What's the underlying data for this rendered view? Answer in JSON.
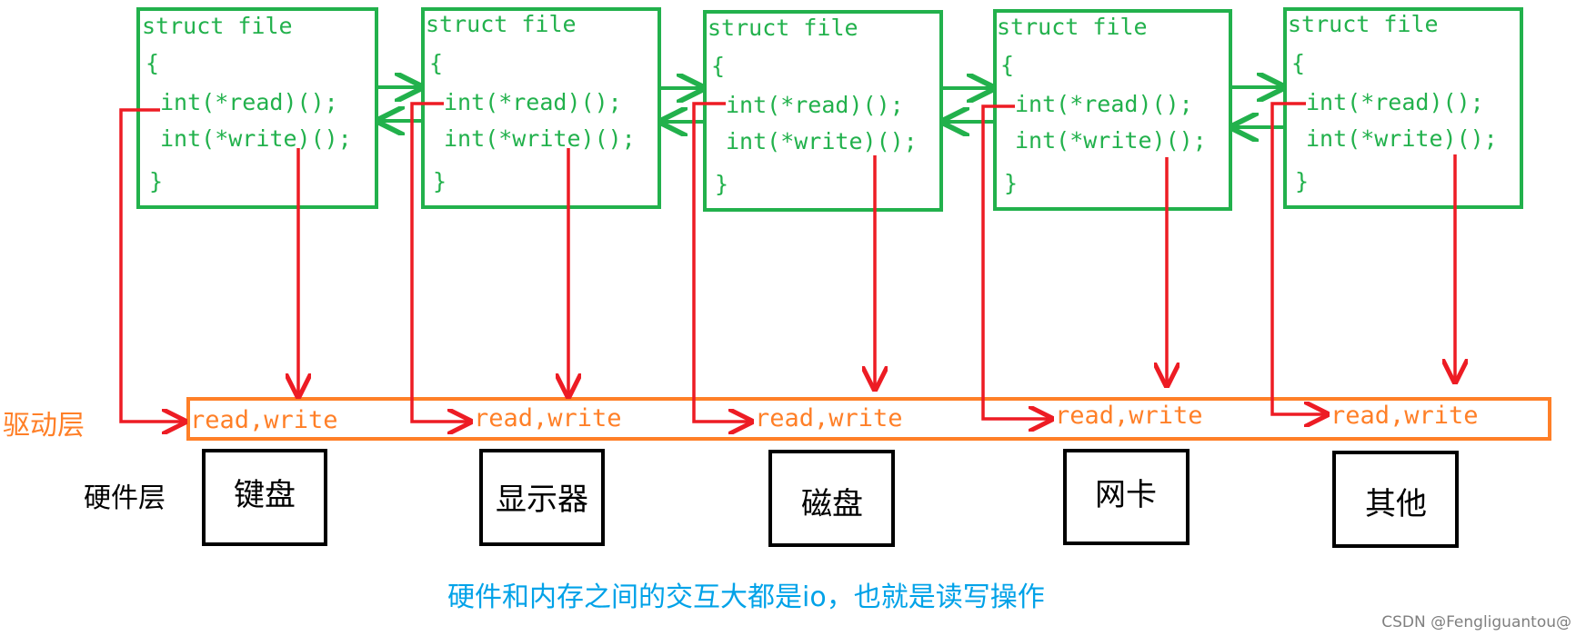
{
  "colors": {
    "struct": "#22b14c",
    "arrow": "#ed1c24",
    "driver": "#ff7f27",
    "hardware_border": "#000000",
    "caption": "#00a2e8",
    "watermark": "#7f7f7f"
  },
  "struct_files": [
    {
      "header": "struct file",
      "open_brace": "{",
      "read_line": "int(*read)();",
      "write_line": "int(*write)();",
      "close_brace": "}"
    },
    {
      "header": "struct file",
      "open_brace": "{",
      "read_line": "int(*read)();",
      "write_line": "int(*write)();",
      "close_brace": "}"
    },
    {
      "header": "struct file",
      "open_brace": "{",
      "read_line": "int(*read)();",
      "write_line": "int(*write)();",
      "close_brace": "}"
    },
    {
      "header": "struct file",
      "open_brace": "{",
      "read_line": "int(*read)();",
      "write_line": "int(*write)();",
      "close_brace": "}"
    },
    {
      "header": "struct file",
      "open_brace": "{",
      "read_line": "int(*read)();",
      "write_line": "int(*write)();",
      "close_brace": "}"
    }
  ],
  "driver_layer": {
    "label": "驱动层",
    "entries": [
      "read,write",
      "read,write",
      "read,write",
      "read,write",
      "read,write"
    ]
  },
  "hardware_layer": {
    "label": "硬件层",
    "devices": [
      "键盘",
      "显示器",
      "磁盘",
      "网卡",
      "其他"
    ]
  },
  "caption": "硬件和内存之间的交互大都是io，也就是读写操作",
  "watermark": "CSDN @Fengliguantou@"
}
